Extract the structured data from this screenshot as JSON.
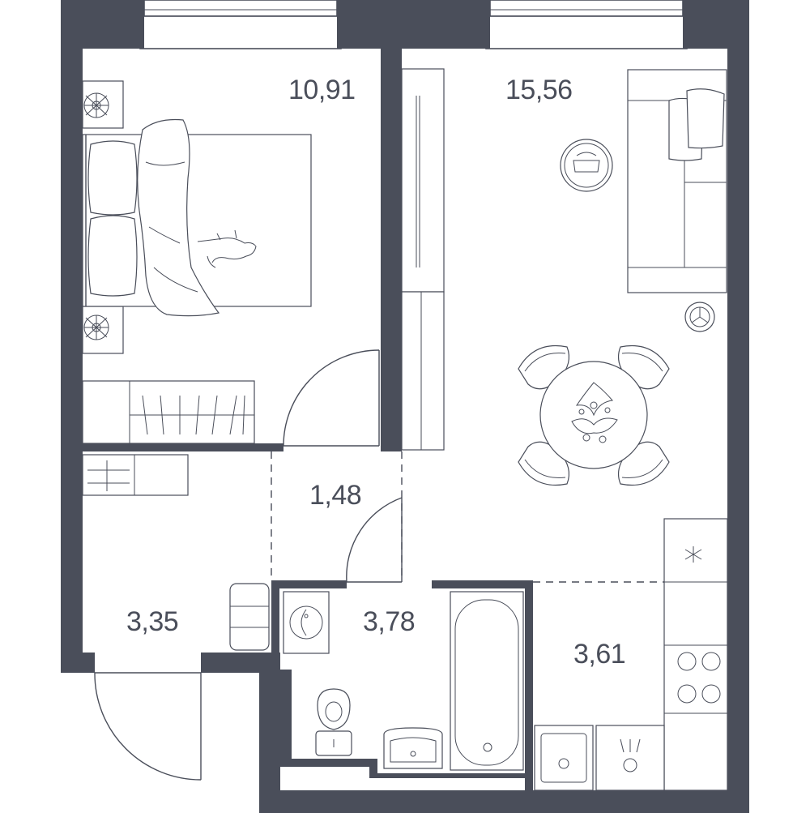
{
  "colors": {
    "wall": "#4a4e5a",
    "line": "#4a4e5a",
    "text": "#4a4e5a",
    "background": "#ffffff"
  },
  "rooms": {
    "bedroom": {
      "area": "10,91"
    },
    "living_room": {
      "area": "15,56"
    },
    "corridor": {
      "area": "1,48"
    },
    "hallway": {
      "area": "3,35"
    },
    "bathroom": {
      "area": "3,78"
    },
    "kitchen": {
      "area": "3,61"
    }
  },
  "icons": [
    "double-bed-icon",
    "pillow-icon",
    "cat-icon",
    "nightstand-icon",
    "lamp-icon",
    "wardrobe-icon",
    "sofa-icon",
    "round-table-icon",
    "chair-icon",
    "plant-icon",
    "armchair-icon",
    "cooktop-icon",
    "kitchen-sink-icon",
    "bathtub-icon",
    "toilet-icon",
    "washbasin-icon",
    "washing-machine-icon",
    "door-swing-icon",
    "window-icon"
  ]
}
